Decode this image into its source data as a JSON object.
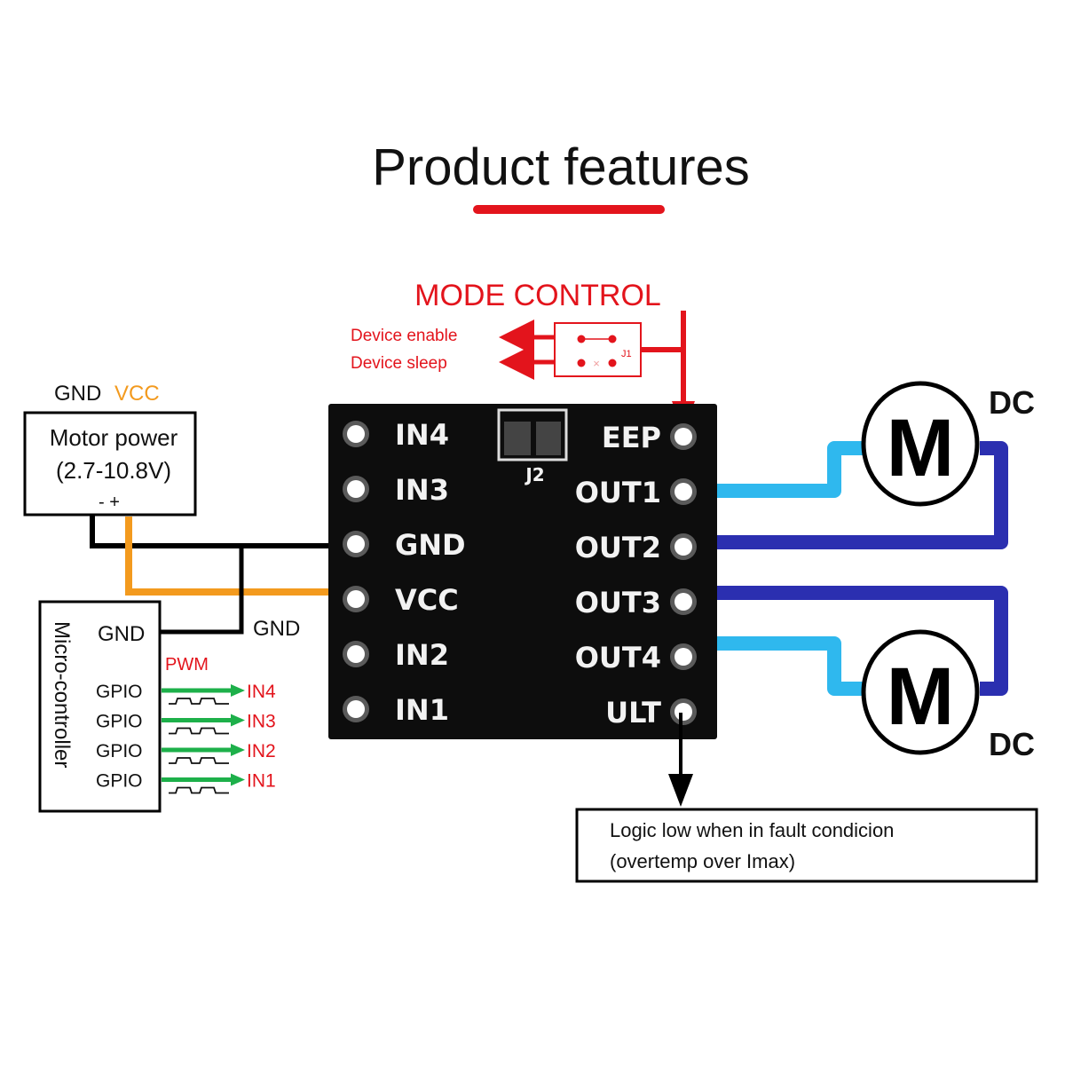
{
  "title": "Product features",
  "colors": {
    "accent_red": "#e3141c",
    "vcc_orange": "#f39a1e",
    "gnd_black": "#000000",
    "pwm_green": "#1db04a",
    "wire_light_blue": "#2fb8ee",
    "wire_dark_blue": "#2b2fb0",
    "board_black": "#0d0d0d"
  },
  "mode_control": {
    "heading": "MODE CONTROL",
    "jumper_label": "J1",
    "options": [
      {
        "label": "Device enable"
      },
      {
        "label": "Device sleep"
      }
    ]
  },
  "motor_power": {
    "header_gnd": "GND",
    "header_vcc": "VCC",
    "title": "Motor power",
    "range": "(2.7-10.8V)",
    "polarity": "- +"
  },
  "microcontroller": {
    "name": "Micro-controller",
    "gnd_label": "GND",
    "gnd_wire_label": "GND",
    "pwm_label": "PWM",
    "gpios": [
      {
        "label": "GPIO",
        "target": "IN4"
      },
      {
        "label": "GPIO",
        "target": "IN3"
      },
      {
        "label": "GPIO",
        "target": "IN2"
      },
      {
        "label": "GPIO",
        "target": "IN1"
      }
    ]
  },
  "board": {
    "jumper_label": "J2",
    "left_pins": [
      "IN4",
      "IN3",
      "GND",
      "VCC",
      "IN2",
      "IN1"
    ],
    "right_pins": [
      "EEP",
      "OUT1",
      "OUT2",
      "OUT3",
      "OUT4",
      "ULT"
    ]
  },
  "motors": [
    {
      "symbol": "M",
      "type": "DC"
    },
    {
      "symbol": "M",
      "type": "DC"
    }
  ],
  "fault_note": {
    "line1": "Logic low when in fault condicion",
    "line2": "(overtemp over Imax)"
  }
}
